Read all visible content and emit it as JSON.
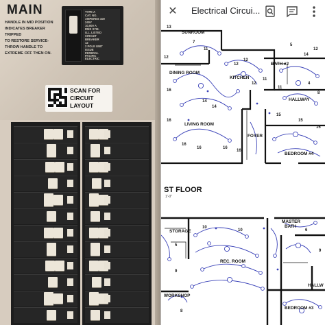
{
  "panel": {
    "title": "MAIN",
    "instructions": [
      "HANDLE IN MID POSITION",
      "INDICATES BREAKER",
      "TRIPPED",
      "TO RESTORE SERVICE-",
      "THROW HANDLE TO",
      "EXTREME OFF THEN ON."
    ],
    "main_breaker_label": [
      "TYPE   A",
      "CAT. NO.",
      "AMPERES 100",
      "240V",
      "10,000 A",
      "RMS SYM.",
      "U.L. LISTED",
      "CIRCUIT",
      "BREAKER",
      "12",
      "2 POLE UNIT",
      "ISSUE",
      "FEDERAL",
      "PACIFIC",
      "ELECTRIC"
    ],
    "scan_label": [
      "SCAN FOR",
      "CIRCUIT",
      "LAYOUT"
    ]
  },
  "app": {
    "title": "Electrical Circui..."
  },
  "plan": {
    "upper_floor_rooms": {
      "sunroom": "SUNROOM",
      "bath2": "BATH #2",
      "dining": "DINING ROOM",
      "kitchen": "KITCHEN",
      "hallway": "HALLWAY",
      "living": "LIVING ROOM",
      "foyer": "FOYER",
      "bedroom4": "BEDROOM #4"
    },
    "floor_heading": "ST FLOOR",
    "scale": "1'-0\"",
    "lower_floor_rooms": {
      "storage": "STORAGE",
      "master_bath": "MASTER",
      "master_bath2": "BATH",
      "rec_room": "REC. ROOM",
      "workshop": "WORKSHOP",
      "hallway_lower": "HALLW",
      "bedroom3": "BEDROOM #3"
    },
    "circuit_numbers": [
      "13",
      "7",
      "11",
      "12",
      "12",
      "12",
      "5",
      "14",
      "12",
      "16",
      "12",
      "11",
      "11",
      "4",
      "8",
      "14",
      "14",
      "16",
      "16",
      "16",
      "16",
      "16",
      "15",
      "15",
      "15",
      "10",
      "10",
      "6",
      "5",
      "9",
      "9",
      "8"
    ]
  }
}
